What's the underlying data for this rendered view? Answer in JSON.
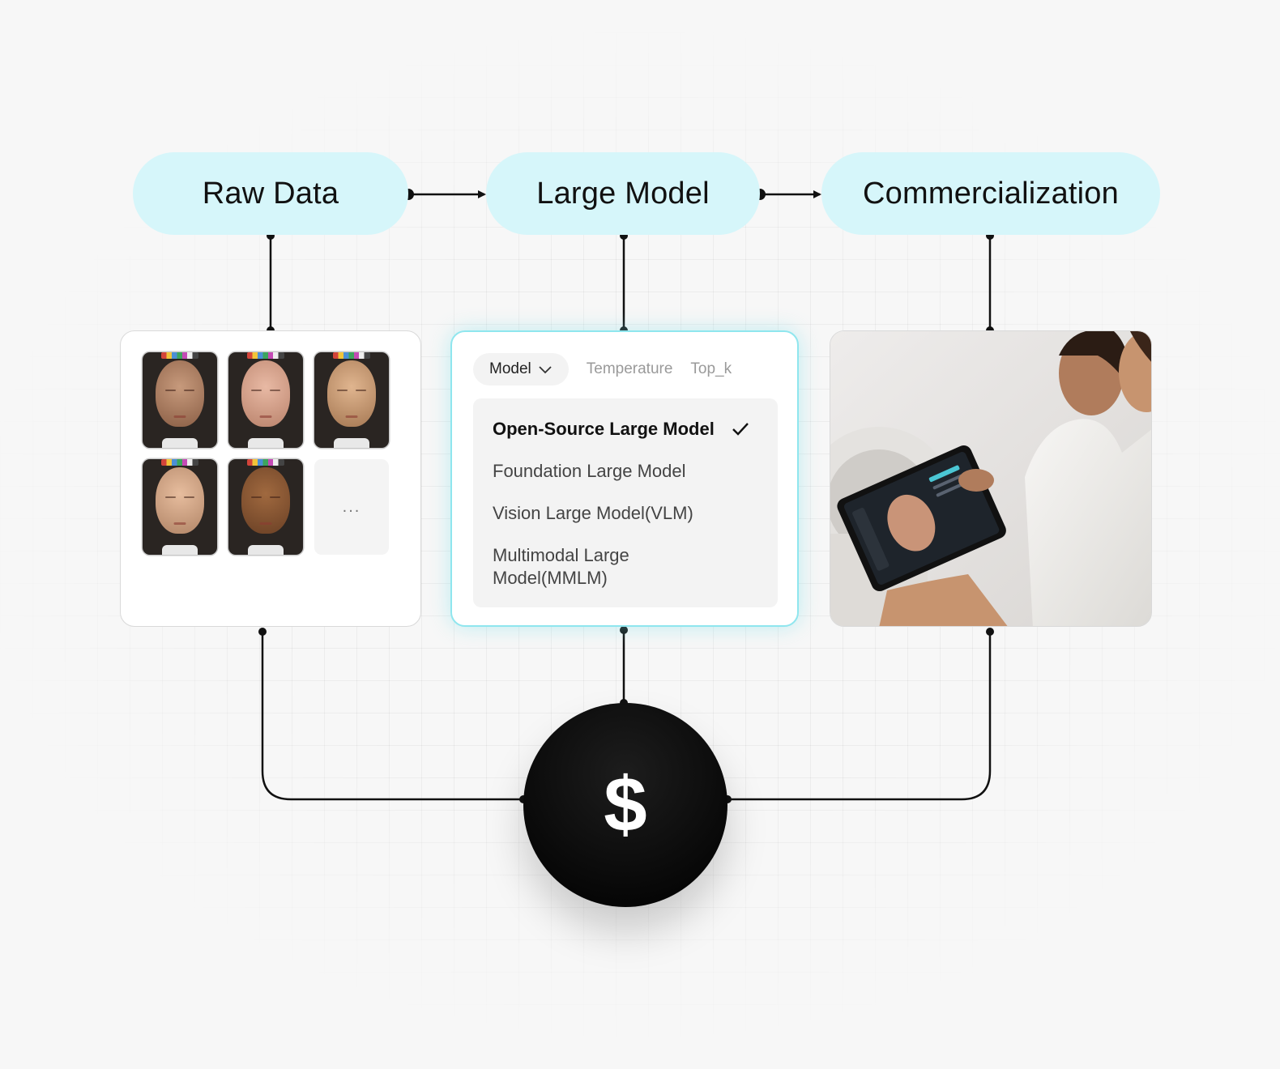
{
  "stages": [
    {
      "label": "Raw Data"
    },
    {
      "label": "Large Model"
    },
    {
      "label": "Commercialization"
    }
  ],
  "raw_data_card": {
    "more_label": "..."
  },
  "model_card": {
    "tabs": {
      "model_label": "Model",
      "temperature_label": "Temperature",
      "topk_label": "Top_k"
    },
    "options": [
      {
        "label": "Open-Source Large Model",
        "selected": true
      },
      {
        "label": "Foundation Large Model",
        "selected": false
      },
      {
        "label": "Vision Large Model(VLM)",
        "selected": false
      },
      {
        "label": "Multimodal Large Model(MMLM)",
        "selected": false
      }
    ]
  },
  "revenue": {
    "symbol": "$"
  },
  "colors": {
    "pill_bg": "#d6f6fa",
    "model_card_border": "#8fe6ee",
    "wire": "#111111",
    "coin": "#0a0a0a"
  },
  "icons": [
    "chevron-down-icon",
    "check-icon",
    "dollar-icon",
    "ellipsis-icon"
  ]
}
